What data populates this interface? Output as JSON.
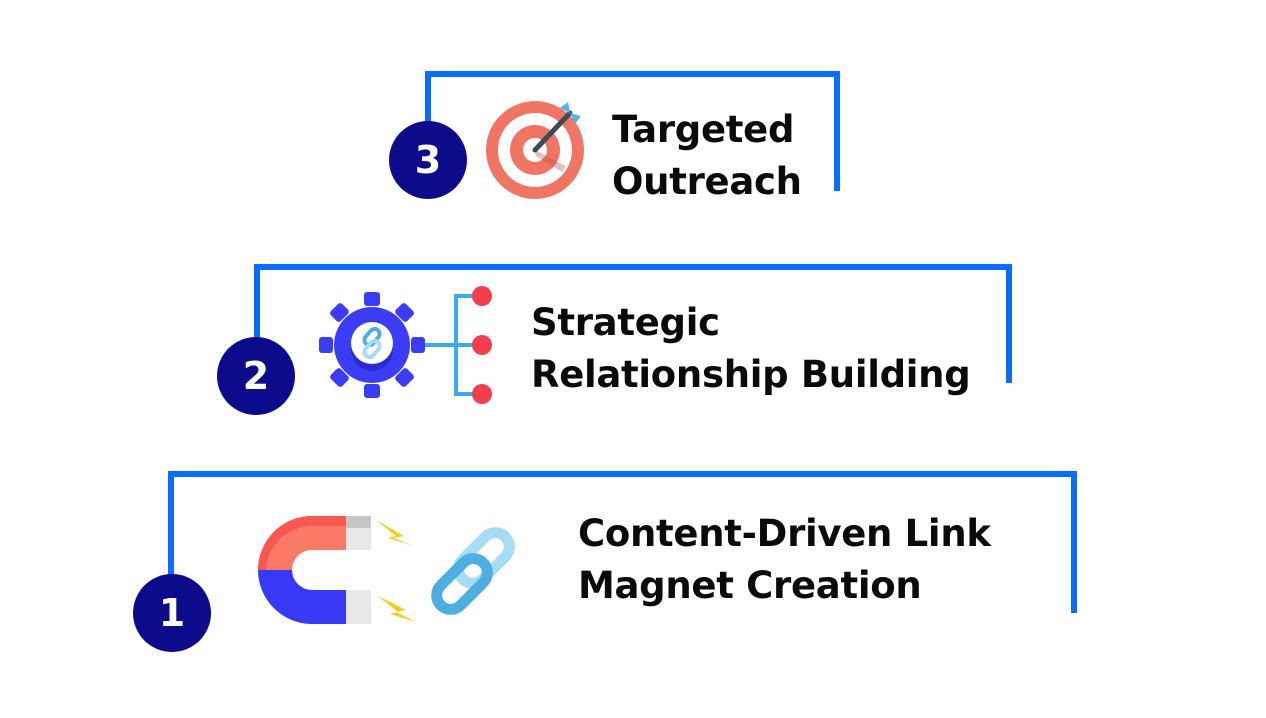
{
  "colors": {
    "bracket": "#0a6cff",
    "badge": "#0b0b8c",
    "badge_text": "#ffffff",
    "label_text": "#0a0a0a"
  },
  "steps": [
    {
      "number": "3",
      "title_line1": "Targeted",
      "title_line2": "Outreach",
      "icon": "target-arrow-icon"
    },
    {
      "number": "2",
      "title_line1": "Strategic",
      "title_line2": "Relationship Building",
      "icon": "gear-link-network-icon"
    },
    {
      "number": "1",
      "title_line1": "Content-Driven Link",
      "title_line2": "Magnet Creation",
      "icon": "magnet-link-icon"
    }
  ]
}
